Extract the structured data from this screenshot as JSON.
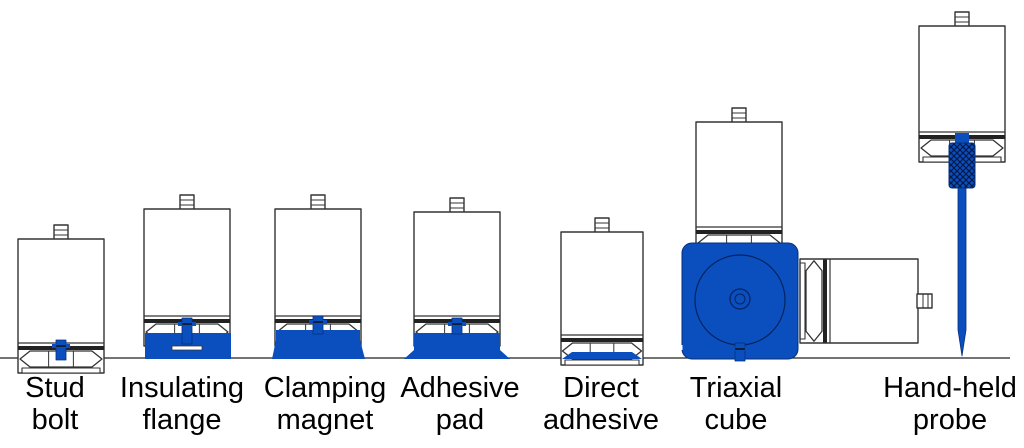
{
  "colors": {
    "accent_blue": "#0b4fbf",
    "outline": "#333333",
    "ground": "#222222",
    "background": "#ffffff"
  },
  "mountings": [
    {
      "id": "stud-bolt",
      "line1": "Stud",
      "line2": "bolt"
    },
    {
      "id": "insulating-flange",
      "line1": "Insulating",
      "line2": "flange"
    },
    {
      "id": "clamping-magnet",
      "line1": "Clamping",
      "line2": "magnet"
    },
    {
      "id": "adhesive-pad",
      "line1": "Adhesive",
      "line2": "pad"
    },
    {
      "id": "direct-adhesive",
      "line1": "Direct",
      "line2": "adhesive"
    },
    {
      "id": "triaxial-cube",
      "line1": "Triaxial",
      "line2": "cube"
    },
    {
      "id": "hand-held-probe",
      "line1": "Hand-held",
      "line2": "probe"
    }
  ]
}
